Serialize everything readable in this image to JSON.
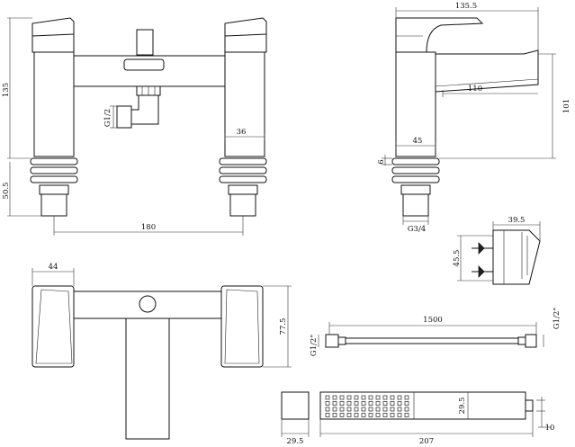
{
  "front_view": {
    "dim_height": "135",
    "dim_base": "50.5",
    "dim_body_width": "36",
    "dim_centres": "180",
    "thread_label": "G1/2"
  },
  "side_view": {
    "dim_total_depth": "135.5",
    "dim_spout_reach": "110",
    "dim_height": "101",
    "dim_body_width": "45",
    "dim_escutcheon": "6",
    "thread_label": "G3/4"
  },
  "wall_bracket": {
    "dim_width": "39.5",
    "dim_height": "45.5"
  },
  "top_view": {
    "dim_handle": "44",
    "dim_depth": "77.5"
  },
  "hose": {
    "dim_length": "1500",
    "thread_left": "G1/2\"",
    "thread_right": "G1/2\""
  },
  "hand_shower": {
    "dim_width": "29.5",
    "dim_length": "207",
    "dim_height": "29.5",
    "dim_thread": "10"
  }
}
